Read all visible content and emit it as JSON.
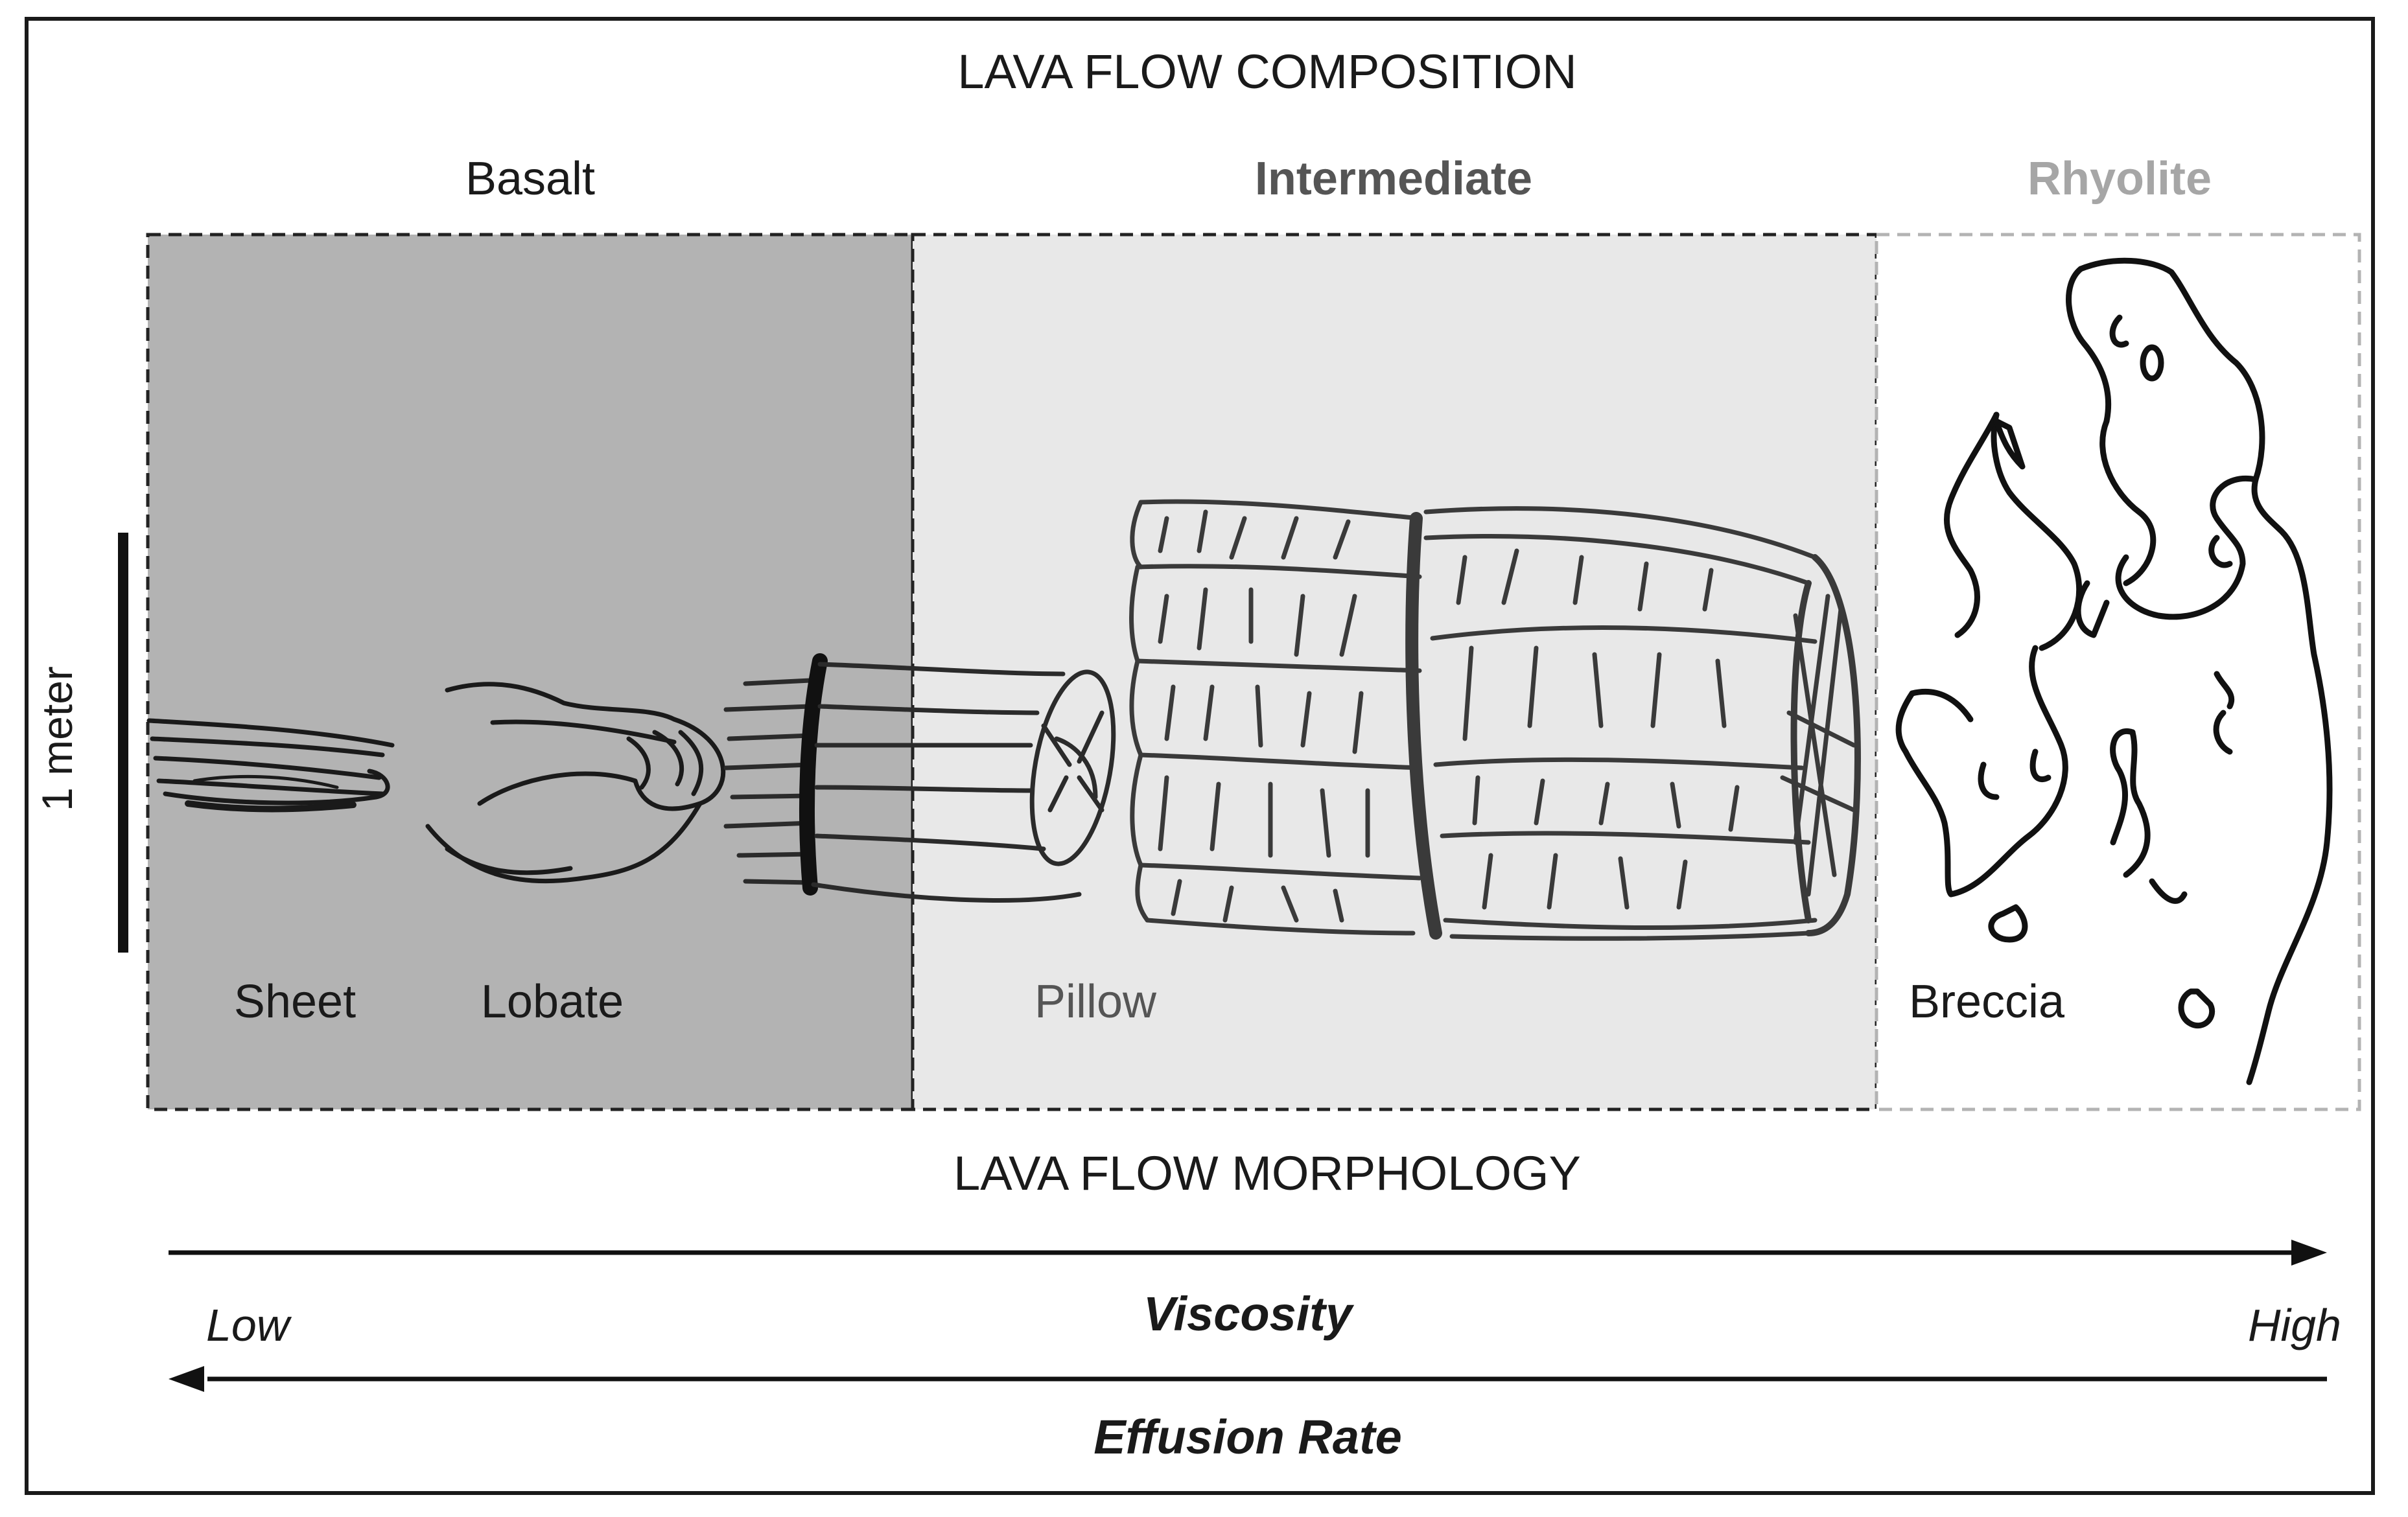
{
  "composition_title": "LAVA FLOW COMPOSITION",
  "morphology_title": "LAVA FLOW MORPHOLOGY",
  "compositions": {
    "basalt": "Basalt",
    "intermediate": "Intermediate",
    "rhyolite": "Rhyolite"
  },
  "morphologies": {
    "sheet": "Sheet",
    "lobate": "Lobate",
    "pillow": "Pillow",
    "breccia": "Breccia"
  },
  "scale_bar": {
    "label": "1 meter"
  },
  "axes": {
    "viscosity": {
      "label": "Viscosity",
      "direction": "increasing to the right"
    },
    "effusion_rate": {
      "label": "Effusion Rate",
      "direction": "increasing to the left"
    },
    "low_label": "Low",
    "high_label": "High"
  },
  "colors": {
    "basalt_fill": "#b3b3b3",
    "intermediate_fill": "#e8e8e8",
    "rhyolite_fill": "#ffffff",
    "intermediate_text": "#555555",
    "rhyolite_text": "#a6a6a6",
    "ink": "#1a1a1a"
  }
}
